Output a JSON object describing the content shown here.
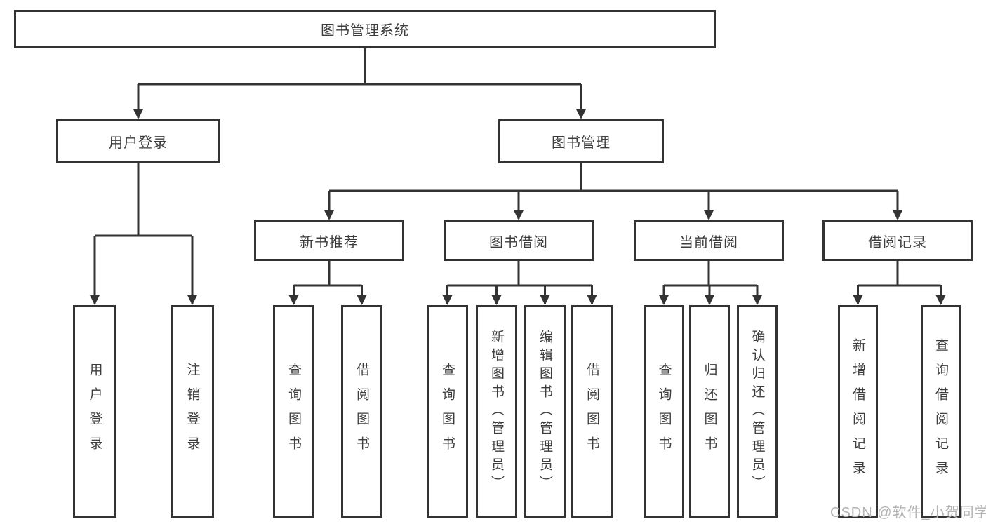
{
  "tree": {
    "label": "图书管理系统",
    "children": [
      {
        "label": "用户登录",
        "children": [
          {
            "label": "用户登录"
          },
          {
            "label": "注销登录"
          }
        ]
      },
      {
        "label": "图书管理",
        "children": [
          {
            "label": "新书推荐",
            "children": [
              {
                "label": "查询图书"
              },
              {
                "label": "借阅图书"
              }
            ]
          },
          {
            "label": "图书借阅",
            "children": [
              {
                "label": "查询图书"
              },
              {
                "label": "新增图书（管理员）"
              },
              {
                "label": "编辑图书（管理员）"
              },
              {
                "label": "借阅图书"
              }
            ]
          },
          {
            "label": "当前借阅",
            "children": [
              {
                "label": "查询图书"
              },
              {
                "label": "归还图书"
              },
              {
                "label": "确认归还（管理员）"
              }
            ]
          },
          {
            "label": "借阅记录",
            "children": [
              {
                "label": "新增借阅记录"
              },
              {
                "label": "查询借阅记录"
              }
            ]
          }
        ]
      }
    ]
  },
  "watermark": {
    "text": "CSDN @软件_小贺同学",
    "color": "#b3b3b3"
  },
  "colors": {
    "line": "#333333",
    "text": "#3d3d3d",
    "background": "#ffffff"
  }
}
